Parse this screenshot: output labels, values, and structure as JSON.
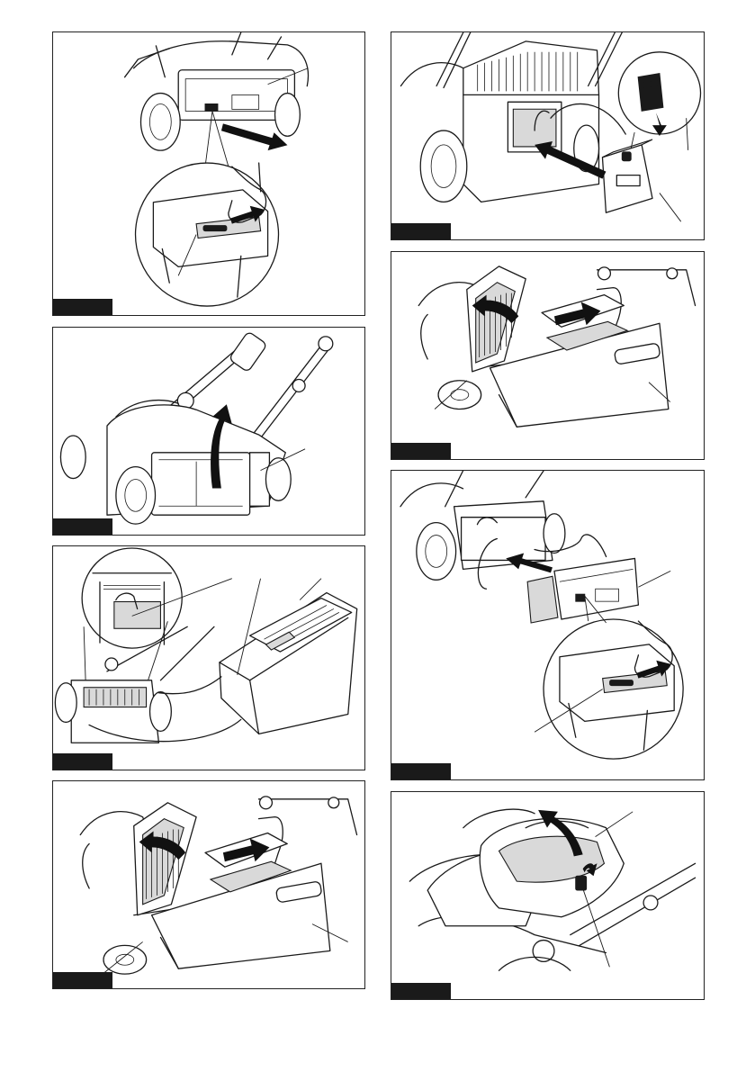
{
  "page": {
    "background": "#ffffff",
    "ink": "#1a1a1a"
  },
  "figures": [
    {
      "id": "fig-left-1",
      "icons": [
        "mower-rear-icon",
        "pull-arrow-icon",
        "hand-grip-icon"
      ]
    },
    {
      "id": "fig-left-2",
      "icons": [
        "mower-rear-icon",
        "flap-lift-arrow-icon"
      ]
    },
    {
      "id": "fig-left-3",
      "icons": [
        "mower-rear-icon",
        "grass-basket-icon",
        "hook-detail-icon"
      ]
    },
    {
      "id": "fig-left-4",
      "icons": [
        "grass-basket-icon",
        "open-arrow-icon",
        "slide-arrow-icon"
      ]
    },
    {
      "id": "fig-right-1",
      "icons": [
        "mower-rear-icon",
        "mulching-plug-icon",
        "latch-detail-icon"
      ]
    },
    {
      "id": "fig-right-2",
      "icons": [
        "grass-basket-icon",
        "open-arrow-icon",
        "slide-arrow-icon"
      ]
    },
    {
      "id": "fig-right-3",
      "icons": [
        "mower-rear-icon",
        "mulching-plug-icon",
        "hand-grip-icon"
      ]
    },
    {
      "id": "fig-right-4",
      "icons": [
        "battery-cover-icon",
        "lift-arrow-icon"
      ]
    }
  ]
}
